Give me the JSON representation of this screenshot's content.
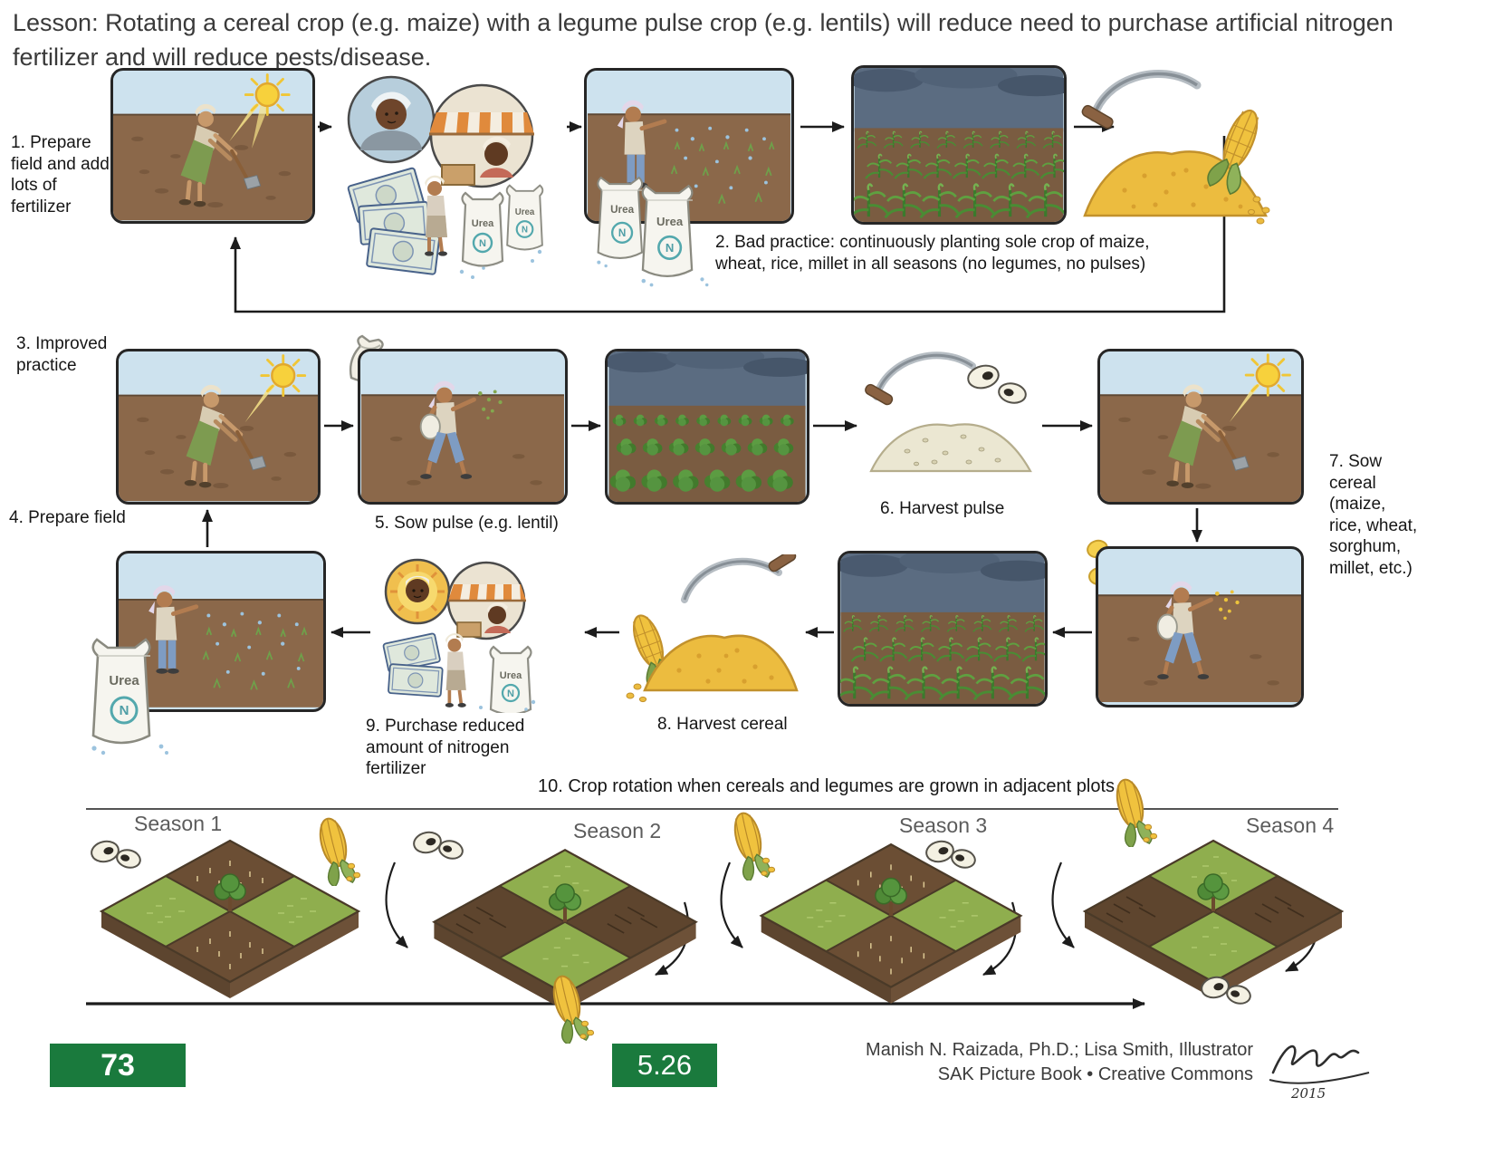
{
  "header": {
    "title": "Lesson: Rotating a cereal crop (e.g. maize) with a legume pulse crop (e.g. lentils) will reduce need to purchase artificial nitrogen fertilizer and will reduce pests/disease."
  },
  "steps": [
    {
      "label": "1. Prepare field and add lots of fertilizer"
    },
    {
      "label": "2. Bad practice: continuously planting sole crop of maize, wheat, rice, millet in all seasons (no legumes, no pulses)"
    },
    {
      "label": "3. Improved practice"
    },
    {
      "label": "4. Prepare field"
    },
    {
      "label": "5. Sow pulse (e.g. lentil)"
    },
    {
      "label": "6. Harvest pulse"
    },
    {
      "label": "7. Sow cereal (maize, rice, wheat, sorghum, millet, etc.)"
    },
    {
      "label": "8. Harvest cereal"
    },
    {
      "label": "9. Purchase reduced amount of nitrogen fertilizer"
    },
    {
      "label": "10. Crop rotation when cereals and legumes are grown in adjacent plots"
    }
  ],
  "fertilizer_bag": {
    "brand": "Urea",
    "symbol": "N"
  },
  "seasons": [
    {
      "label": "Season 1"
    },
    {
      "label": "Season 2"
    },
    {
      "label": "Season 3"
    },
    {
      "label": "Season 4"
    }
  ],
  "footer": {
    "page_number": "73",
    "figure_number": "5.26",
    "credit_line1": "Manish N. Raizada, Ph.D.; Lisa Smith, Illustrator",
    "credit_line2": "SAK Picture Book • Creative Commons",
    "signature_year": "2015"
  },
  "colors": {
    "accent_green": "#1a7a3d",
    "sky_blue": "#cde2ee",
    "storm_sky": "#5b6c81",
    "soil_brown": "#8b684a",
    "crop_green": "#8fae4e",
    "grain_yellow": "#ecbc3f"
  }
}
